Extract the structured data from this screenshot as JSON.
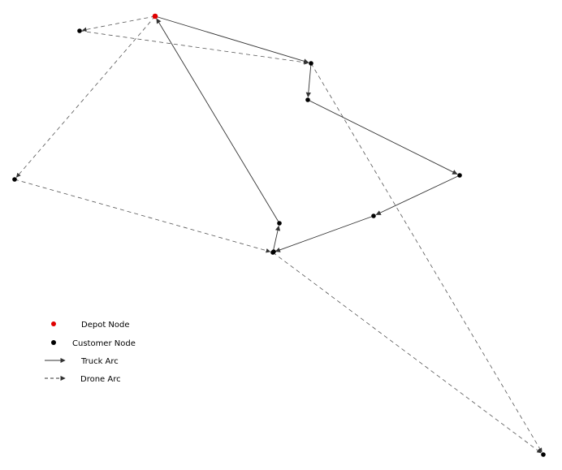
{
  "legend": {
    "depot_label": "Depot Node",
    "customer_label": "Customer Node",
    "truck_label": "Truck Arc",
    "drone_label": "Drone Arc"
  },
  "colors": {
    "depot": "#e00000",
    "customer": "#000000",
    "truck_arc": "#333333",
    "drone_arc": "#555555"
  },
  "nodes": [
    {
      "id": "depot",
      "type": "depot"
    },
    {
      "id": "c1",
      "type": "customer"
    },
    {
      "id": "c2",
      "type": "customer"
    },
    {
      "id": "c3",
      "type": "customer"
    },
    {
      "id": "c4",
      "type": "customer"
    },
    {
      "id": "c5",
      "type": "customer"
    },
    {
      "id": "c6",
      "type": "customer"
    },
    {
      "id": "c7",
      "type": "customer"
    },
    {
      "id": "c8",
      "type": "customer"
    },
    {
      "id": "c9",
      "type": "customer"
    },
    {
      "id": "c10",
      "type": "customer"
    }
  ],
  "truck_arcs": [
    {
      "from": "depot",
      "to": "c2"
    },
    {
      "from": "c2",
      "to": "c3"
    },
    {
      "from": "c3",
      "to": "c4"
    },
    {
      "from": "c4",
      "to": "c5"
    },
    {
      "from": "c5",
      "to": "c6"
    },
    {
      "from": "c6",
      "to": "c7"
    },
    {
      "from": "c7",
      "to": "depot"
    }
  ],
  "drone_arcs": [
    {
      "from": "depot",
      "to": "c1"
    },
    {
      "from": "c1",
      "to": "c2"
    },
    {
      "from": "depot",
      "to": "c8"
    },
    {
      "from": "c8",
      "to": "c6"
    },
    {
      "from": "c2",
      "to": "c10"
    },
    {
      "from": "c6",
      "to": "c10"
    }
  ]
}
